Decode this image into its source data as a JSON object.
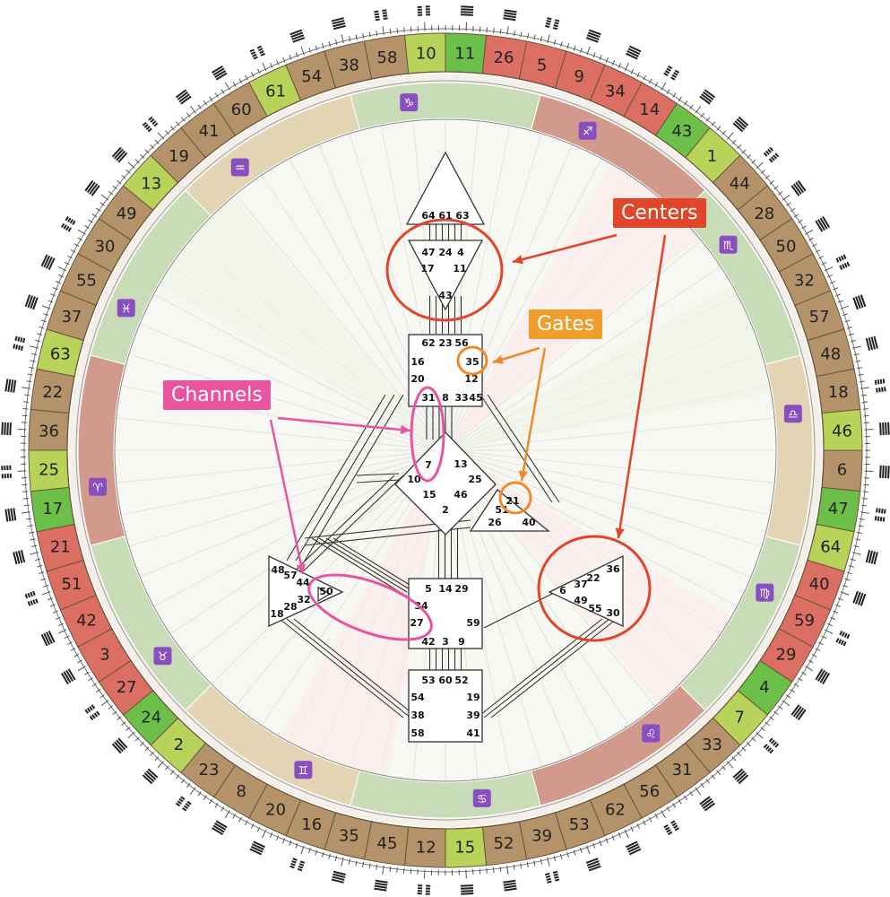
{
  "colors": {
    "ring_brown": "#b5936a",
    "ring_green": "#6cc04a",
    "ring_lightgreen": "#b8d35a",
    "ring_red": "#db6f63",
    "segment_tan": "#e3d5b3",
    "segment_sage": "#c9dcb8",
    "segment_rose": "#d19a8c",
    "line": "#444444",
    "centers_red": "#e1452a",
    "gates_orange": "#ef8a2c",
    "channels_pink": "#e8549f"
  },
  "gate_ring": [
    {
      "gate": "10",
      "color": "lightgreen"
    },
    {
      "gate": "11",
      "color": "green"
    },
    {
      "gate": "26",
      "color": "red"
    },
    {
      "gate": "5",
      "color": "red"
    },
    {
      "gate": "9",
      "color": "red"
    },
    {
      "gate": "34",
      "color": "red"
    },
    {
      "gate": "14",
      "color": "red"
    },
    {
      "gate": "43",
      "color": "green"
    },
    {
      "gate": "1",
      "color": "lightgreen"
    },
    {
      "gate": "44",
      "color": "brown"
    },
    {
      "gate": "28",
      "color": "brown"
    },
    {
      "gate": "50",
      "color": "brown"
    },
    {
      "gate": "32",
      "color": "brown"
    },
    {
      "gate": "57",
      "color": "brown"
    },
    {
      "gate": "48",
      "color": "brown"
    },
    {
      "gate": "18",
      "color": "brown"
    },
    {
      "gate": "46",
      "color": "lightgreen"
    },
    {
      "gate": "6",
      "color": "brown"
    },
    {
      "gate": "47",
      "color": "green"
    },
    {
      "gate": "64",
      "color": "lightgreen"
    },
    {
      "gate": "40",
      "color": "red"
    },
    {
      "gate": "59",
      "color": "red"
    },
    {
      "gate": "29",
      "color": "red"
    },
    {
      "gate": "4",
      "color": "green"
    },
    {
      "gate": "7",
      "color": "lightgreen"
    },
    {
      "gate": "33",
      "color": "brown"
    },
    {
      "gate": "31",
      "color": "brown"
    },
    {
      "gate": "56",
      "color": "brown"
    },
    {
      "gate": "62",
      "color": "brown"
    },
    {
      "gate": "53",
      "color": "brown"
    },
    {
      "gate": "39",
      "color": "brown"
    },
    {
      "gate": "52",
      "color": "brown"
    },
    {
      "gate": "15",
      "color": "lightgreen"
    },
    {
      "gate": "12",
      "color": "brown"
    },
    {
      "gate": "45",
      "color": "brown"
    },
    {
      "gate": "35",
      "color": "brown"
    },
    {
      "gate": "16",
      "color": "brown"
    },
    {
      "gate": "20",
      "color": "brown"
    },
    {
      "gate": "8",
      "color": "brown"
    },
    {
      "gate": "23",
      "color": "brown"
    },
    {
      "gate": "2",
      "color": "lightgreen"
    },
    {
      "gate": "24",
      "color": "green"
    },
    {
      "gate": "27",
      "color": "red"
    },
    {
      "gate": "3",
      "color": "red"
    },
    {
      "gate": "42",
      "color": "red"
    },
    {
      "gate": "51",
      "color": "red"
    },
    {
      "gate": "21",
      "color": "red"
    },
    {
      "gate": "17",
      "color": "green"
    },
    {
      "gate": "25",
      "color": "lightgreen"
    },
    {
      "gate": "36",
      "color": "brown"
    },
    {
      "gate": "22",
      "color": "brown"
    },
    {
      "gate": "63",
      "color": "lightgreen"
    },
    {
      "gate": "37",
      "color": "brown"
    },
    {
      "gate": "55",
      "color": "brown"
    },
    {
      "gate": "30",
      "color": "brown"
    },
    {
      "gate": "49",
      "color": "brown"
    },
    {
      "gate": "13",
      "color": "lightgreen"
    },
    {
      "gate": "19",
      "color": "brown"
    },
    {
      "gate": "41",
      "color": "brown"
    },
    {
      "gate": "60",
      "color": "brown"
    },
    {
      "gate": "61",
      "color": "lightgreen"
    },
    {
      "gate": "54",
      "color": "brown"
    },
    {
      "gate": "38",
      "color": "brown"
    },
    {
      "gate": "58",
      "color": "brown"
    }
  ],
  "zodiac": [
    {
      "symbol": "♑",
      "name": "capricorn-icon",
      "color": "sage"
    },
    {
      "symbol": "♐",
      "name": "sagittarius-icon",
      "color": "rose"
    },
    {
      "symbol": "♏",
      "name": "scorpio-icon",
      "color": "sage"
    },
    {
      "symbol": "♎",
      "name": "libra-icon",
      "color": "tan"
    },
    {
      "symbol": "♍",
      "name": "virgo-icon",
      "color": "sage"
    },
    {
      "symbol": "♌",
      "name": "leo-icon",
      "color": "rose"
    },
    {
      "symbol": "♋",
      "name": "cancer-icon",
      "color": "sage"
    },
    {
      "symbol": "♊",
      "name": "gemini-icon",
      "color": "tan"
    },
    {
      "symbol": "♉",
      "name": "taurus-icon",
      "color": "sage"
    },
    {
      "symbol": "♈",
      "name": "aries-icon",
      "color": "rose"
    },
    {
      "symbol": "♓",
      "name": "pisces-icon",
      "color": "sage"
    },
    {
      "symbol": "♒",
      "name": "aquarius-icon",
      "color": "tan"
    }
  ],
  "centers": {
    "head": {
      "gates": [
        "64",
        "61",
        "63"
      ]
    },
    "ajna": {
      "gates": [
        "47",
        "24",
        "4",
        "17",
        "11",
        "43"
      ]
    },
    "throat": {
      "gates": [
        "62",
        "23",
        "56",
        "16",
        "35",
        "20",
        "12",
        "31",
        "8",
        "33",
        "45"
      ]
    },
    "g": {
      "gates": [
        "7",
        "13",
        "10",
        "25",
        "15",
        "46",
        "2"
      ]
    },
    "heart": {
      "gates": [
        "21",
        "51",
        "26",
        "40"
      ]
    },
    "spleen": {
      "gates": [
        "48",
        "57",
        "44",
        "32",
        "50",
        "18",
        "28"
      ]
    },
    "sacral": {
      "gates": [
        "5",
        "14",
        "29",
        "34",
        "27",
        "59",
        "42",
        "3",
        "9"
      ]
    },
    "solar_plexus": {
      "gates": [
        "36",
        "37",
        "22",
        "6",
        "49",
        "55",
        "30"
      ]
    },
    "root": {
      "gates": [
        "53",
        "60",
        "52",
        "54",
        "19",
        "38",
        "39",
        "58",
        "41"
      ]
    }
  },
  "annotations": {
    "centers_label": "Centers",
    "gates_label": "Gates",
    "channels_label": "Channels"
  }
}
